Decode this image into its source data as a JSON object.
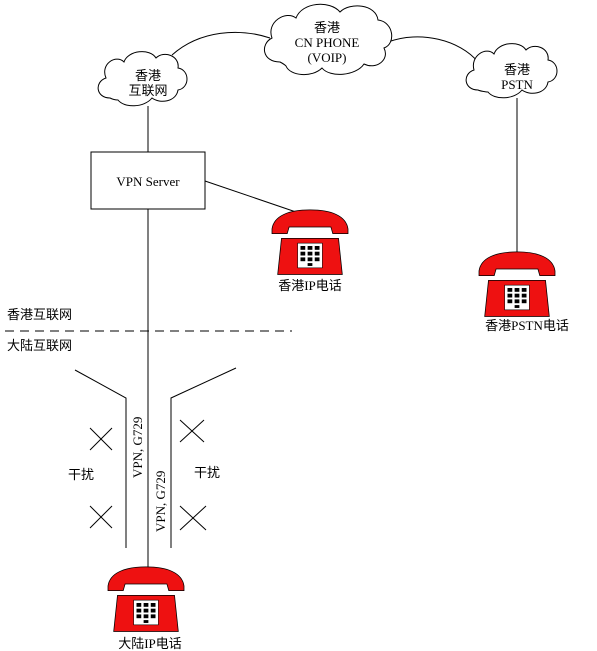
{
  "clouds": {
    "hk_internet": [
      "香港",
      "互联网"
    ],
    "cn_phone": [
      "香港",
      "CN PHONE",
      "(VOIP)"
    ],
    "hk_pstn": [
      "香港",
      "PSTN"
    ]
  },
  "vpn_server": "VPN Server",
  "phones": {
    "hk_ip": "香港IP电话",
    "hk_pstn": "香港PSTN电话",
    "mainland_ip": "大陆IP电话"
  },
  "boundary": {
    "top": "香港互联网",
    "bottom": "大陆互联网"
  },
  "links": {
    "left": "VPN,  G729",
    "right": "VPN,  G729"
  },
  "interference": {
    "left": "干扰",
    "right": "干扰"
  },
  "colors": {
    "phone": "#ee1111",
    "line": "#000000"
  }
}
